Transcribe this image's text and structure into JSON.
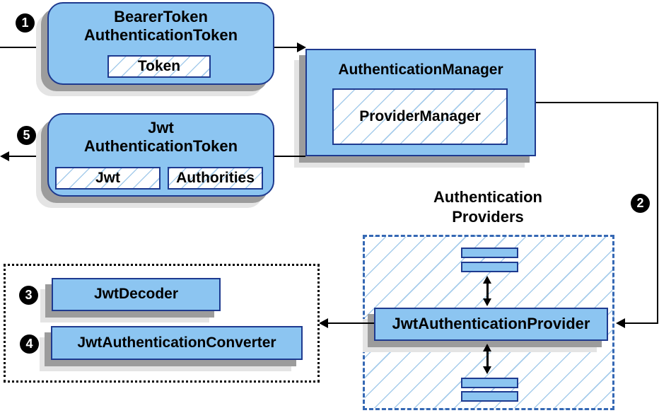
{
  "colors": {
    "node_fill": "#8cc5f1",
    "node_border": "#1e3a8f",
    "hatch_line": "#a6cceb",
    "providers_border": "#3568b4",
    "dashed_border": "#000000",
    "shadow_dark": "#9c9c9c",
    "shadow_light": "#e4e4e4",
    "arrow": "#000000",
    "badge_bg": "#000000",
    "badge_text": "#ffffff",
    "text": "#000000"
  },
  "badges": {
    "step1": "1",
    "step2": "2",
    "step3": "3",
    "step4": "4",
    "step5": "5"
  },
  "nodes": {
    "bearer_token_authentication_token": {
      "line1": "BearerToken",
      "line2": "AuthenticationToken",
      "token": "Token"
    },
    "authentication_manager": {
      "title": "AuthenticationManager",
      "provider_manager": "ProviderManager"
    },
    "jwt_authentication_token": {
      "line1": "Jwt",
      "line2": "AuthenticationToken",
      "jwt": "Jwt",
      "authorities": "Authorities"
    },
    "jwt_authentication_provider": {
      "title": "JwtAuthenticationProvider"
    },
    "jwt_decoder": {
      "title": "JwtDecoder"
    },
    "jwt_authentication_converter": {
      "title": "JwtAuthenticationConverter"
    }
  },
  "labels": {
    "authentication_providers_line1": "Authentication",
    "authentication_providers_line2": "Providers"
  }
}
